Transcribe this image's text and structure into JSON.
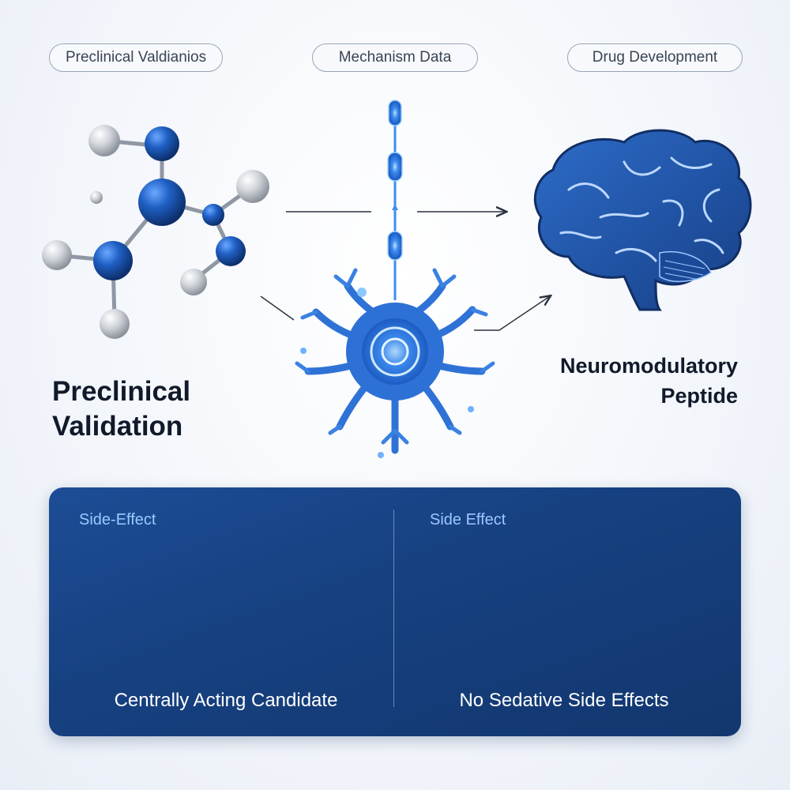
{
  "tags": [
    "Preclinical Valdianios",
    "Mechanism Data",
    "Drug Development"
  ],
  "left_title": [
    "Preclinical",
    "Validation"
  ],
  "right_title": [
    "Neuromodulatory",
    "Peptide"
  ],
  "panel": {
    "left": {
      "heading": "Side-Effect",
      "caption": "Centrally Acting Candidate"
    },
    "right": {
      "heading": "Side Effect",
      "caption": "No Sedative Side Effects"
    }
  },
  "colors": {
    "accent": "#1f5fc4",
    "atom_blue": "#1a4f9c",
    "atom_gray": "#c9ccd2",
    "panel_bg": "#16407f",
    "heading_blue": "#9cc8ff"
  },
  "icons": [
    "molecule-icon",
    "neuron-icon",
    "brain-icon",
    "receptor-icon",
    "target-circle-icon"
  ]
}
